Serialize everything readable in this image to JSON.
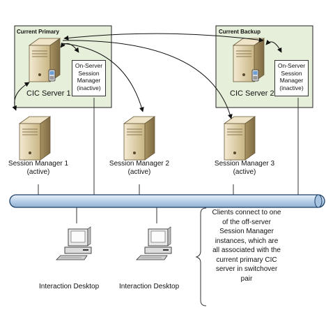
{
  "groups": {
    "primary_label": "Current Primary",
    "backup_label": "Current Backup"
  },
  "servers": {
    "cic1": "CIC Server 1",
    "cic2": "CIC Server 2",
    "osm_lines": [
      "On-Server",
      "Session",
      "Manager",
      "(inactive)"
    ]
  },
  "session_managers": [
    {
      "name": "Session Manager 1",
      "status": "(active)"
    },
    {
      "name": "Session Manager 2",
      "status": "(active)"
    },
    {
      "name": "Session Manager 3",
      "status": "(active)"
    }
  ],
  "desktops": [
    "Interaction Desktop",
    "Interaction Desktop"
  ],
  "note": "Clients connect to one of the off-server Session Manager instances, which are all associated with the current primary CIC server in switchover pair",
  "colors": {
    "group_fill": "#e6efd9",
    "bus_fill": "#cfe0f0",
    "bus_stroke": "#1f3f66",
    "server_body": "#e3d3ae"
  }
}
